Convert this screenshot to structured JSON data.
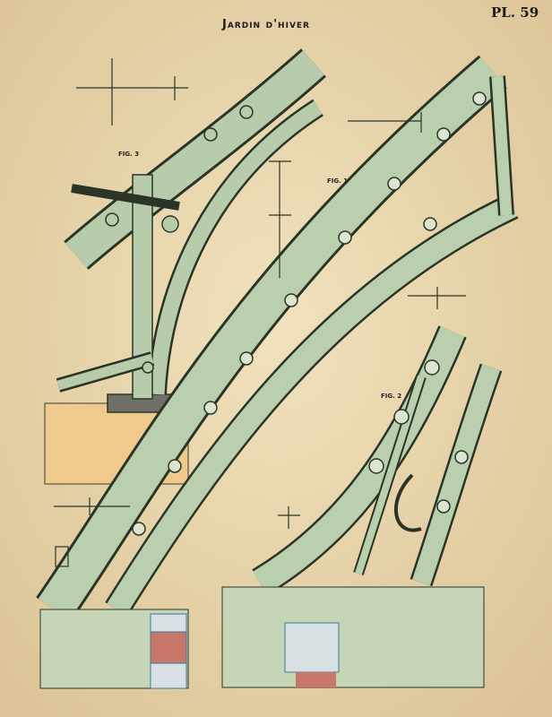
{
  "plate": {
    "title": "Jardin d'hiver",
    "plate_number": "PL. 59",
    "figures": [
      {
        "label": "FIG. 1"
      },
      {
        "label": "FIG. 2"
      },
      {
        "label": "FIG. 3"
      }
    ]
  },
  "colors": {
    "paper": "#ead8b0",
    "iron": "#b7ccaa",
    "outline": "#2a3528",
    "stone": "#c9d7b8",
    "brick": "#c9766b",
    "wood": "#f0c98c"
  }
}
